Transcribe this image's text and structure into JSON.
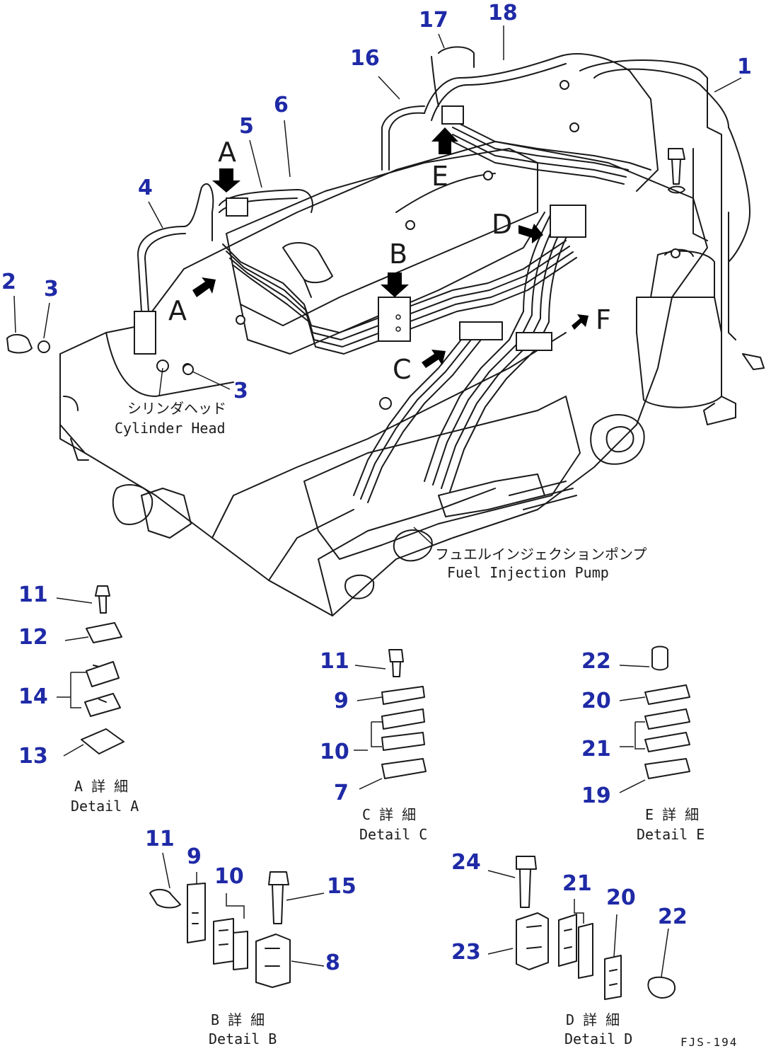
{
  "diagram": {
    "callouts": [
      "1",
      "2",
      "3",
      "3",
      "4",
      "5",
      "6",
      "16",
      "17",
      "18",
      "11",
      "12",
      "14",
      "13",
      "11",
      "9",
      "10",
      "7",
      "22",
      "20",
      "21",
      "19",
      "11",
      "9",
      "10",
      "15",
      "8",
      "24",
      "21",
      "20",
      "22",
      "23"
    ],
    "view_letters": [
      "A",
      "A",
      "B",
      "C",
      "D",
      "E",
      "F"
    ],
    "labels": {
      "cylinder_head_jp": "シリンダヘッド",
      "cylinder_head_en": "Cylinder Head",
      "fuel_pump_jp": "フュエルインジェクションポンプ",
      "fuel_pump_en": "Fuel Injection Pump"
    },
    "details": [
      {
        "jp": "A 詳 細",
        "en": "Detail A"
      },
      {
        "jp": "C 詳 細",
        "en": "Detail C"
      },
      {
        "jp": "E 詳 細",
        "en": "Detail E"
      },
      {
        "jp": "B 詳 細",
        "en": "Detail B"
      },
      {
        "jp": "D 詳 細",
        "en": "Detail D"
      }
    ],
    "drawing_code": "FJS-194"
  },
  "colors": {
    "callout": "#1f2aa6",
    "line": "#1a1a1a",
    "background": "#ffffff"
  }
}
